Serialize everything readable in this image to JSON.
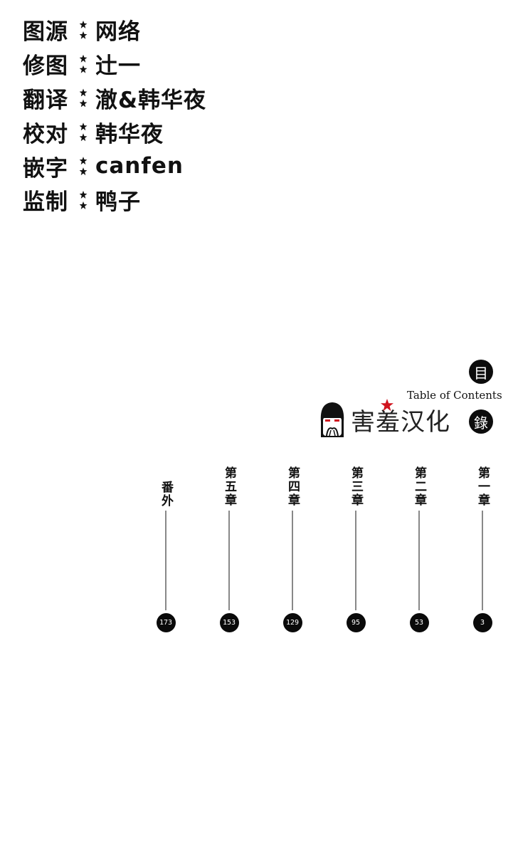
{
  "credits": [
    {
      "label": "图源",
      "value": "网络"
    },
    {
      "label": "修图",
      "value": "辻一"
    },
    {
      "label": "翻译",
      "value": "澈&韩华夜"
    },
    {
      "label": "校对",
      "value": "韩华夜"
    },
    {
      "label": "嵌字",
      "value": "canfen"
    },
    {
      "label": "监制",
      "value": "鸭子"
    }
  ],
  "toc": {
    "mu_char": "目",
    "lu_char": "錄",
    "english_title": "Table of Contents",
    "group_name": "害羞汉化",
    "chapters": [
      {
        "title": "番外",
        "page": "173"
      },
      {
        "title": "第五章",
        "page": "153"
      },
      {
        "title": "第四章",
        "page": "129"
      },
      {
        "title": "第三章",
        "page": "95"
      },
      {
        "title": "第二章",
        "page": "53"
      },
      {
        "title": "第一章",
        "page": "3"
      }
    ]
  },
  "colors": {
    "accent_red": "#d0141e",
    "ink": "#111111"
  }
}
